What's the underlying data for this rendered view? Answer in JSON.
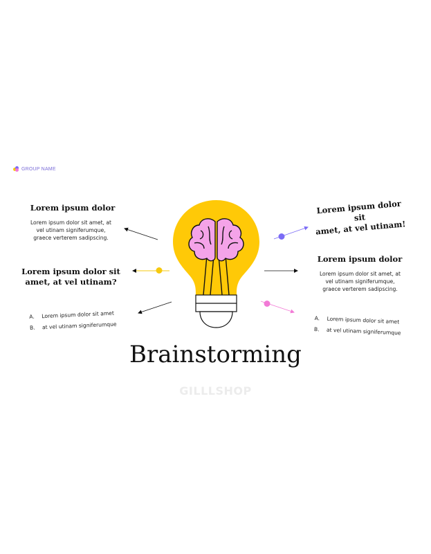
{
  "logo": {
    "text": "GROUP NAME",
    "icon": "group-logo-icon",
    "colors": [
      "#f6c90e",
      "#7b6cf6",
      "#f27ad6"
    ]
  },
  "left": {
    "block1": {
      "heading": "Lorem ipsum dolor",
      "body": [
        "Lorem ipsum dolor sit amet, at",
        "vel utinam signiferumque,",
        "graece verterem sadipscing."
      ]
    },
    "block2": {
      "heading": [
        "Lorem ipsum dolor sit",
        "amet, at vel utinam?"
      ]
    },
    "list": [
      {
        "letter": "A.",
        "text": "Lorem ipsum dolor sit amet"
      },
      {
        "letter": "B.",
        "text": "at vel utinam signiferumque"
      }
    ]
  },
  "right": {
    "block1": {
      "heading": [
        "Lorem ipsum dolor sit",
        "amet, at vel utinam!"
      ]
    },
    "block2": {
      "heading": "Lorem ipsum dolor",
      "body": [
        "Lorem ipsum dolor sit amet, at",
        "vel utinam signiferumque,",
        "graece verterem sadipscing."
      ]
    },
    "list": [
      {
        "letter": "A.",
        "text": "Lorem ipsum dolor sit amet"
      },
      {
        "letter": "B.",
        "text": "at vel utinam signiferumque"
      }
    ]
  },
  "title": "Brainstorming",
  "watermark": "GILLLSHOP",
  "colors": {
    "bulb": "#ffc907",
    "brain": "#f4a3e8",
    "accent_yellow": "#f6c90e",
    "accent_purple": "#7b6cf6",
    "accent_pink": "#f27ad6",
    "line": "#111111"
  }
}
